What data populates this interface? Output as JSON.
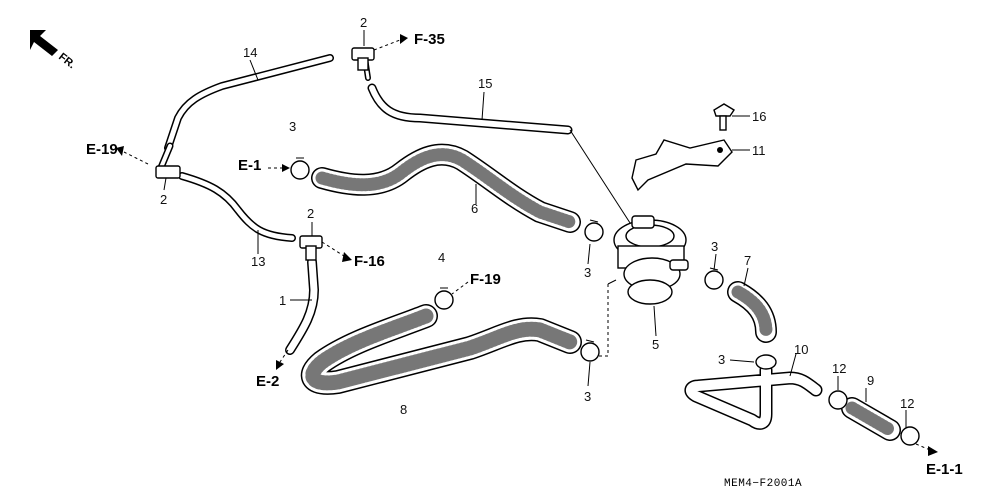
{
  "direction": {
    "label": "FR."
  },
  "part_numbers": {
    "p1": "1",
    "p2a": "2",
    "p2b": "2",
    "p2c": "2",
    "p3a": "3",
    "p3b": "3",
    "p3c": "3",
    "p3d": "3",
    "p3e": "3",
    "p4": "4",
    "p5": "5",
    "p6": "6",
    "p7": "7",
    "p8": "8",
    "p9": "9",
    "p10": "10",
    "p11": "11",
    "p12a": "12",
    "p12b": "12",
    "p13": "13",
    "p14": "14",
    "p15": "15",
    "p16": "16"
  },
  "references": {
    "f35": "F-35",
    "e19": "E-19",
    "e1": "E-1",
    "f16": "F-16",
    "f19": "F-19",
    "e2": "E-2",
    "e11": "E-1-1"
  },
  "diagram_code": "MEM4−F2001A"
}
